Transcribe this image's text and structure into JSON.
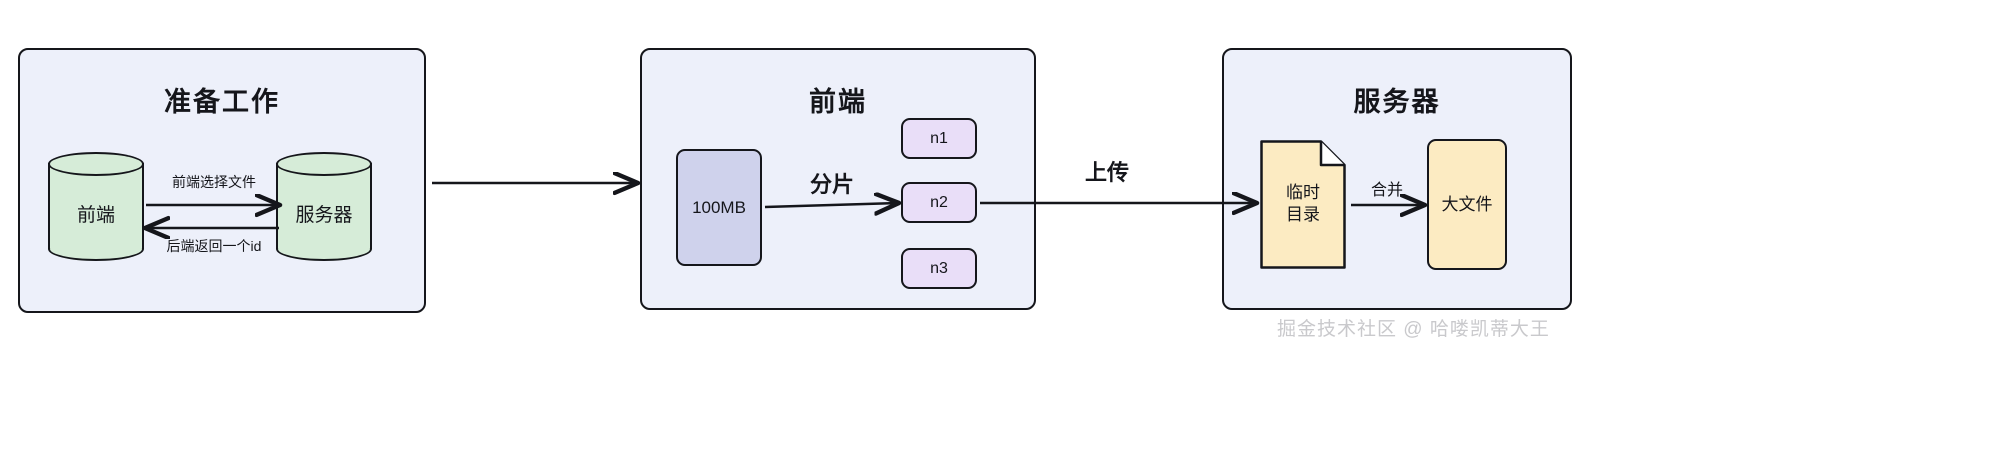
{
  "diagram": {
    "title_semantic": "large-file-chunked-upload-flow",
    "colors": {
      "panel_fill": "#edf0fa",
      "panel_stroke": "#15161b",
      "cylinder_fill": "#d6ecd8",
      "file_box_fill": "#cfd2ec",
      "chunk_chip_fill": "#e9def8",
      "document_fill": "#fcebc2",
      "text": "#15161b",
      "watermark": "#c9c9cc"
    }
  },
  "panels": [
    {
      "id": "prep",
      "title": "准备工作",
      "nodes": [
        {
          "id": "prep-frontend",
          "label": "前端",
          "shape": "cylinder"
        },
        {
          "id": "prep-server",
          "label": "服务器",
          "shape": "cylinder"
        }
      ],
      "arrows": [
        {
          "id": "select-file",
          "label": "前端选择文件",
          "direction": "right"
        },
        {
          "id": "return-id",
          "label": "后端返回一个id",
          "direction": "left"
        }
      ]
    },
    {
      "id": "frontend",
      "title": "前端",
      "nodes": [
        {
          "id": "source-file",
          "label": "100MB",
          "shape": "rounded-rect"
        },
        {
          "id": "chunk-n1",
          "label": "n1",
          "shape": "chip"
        },
        {
          "id": "chunk-n2",
          "label": "n2",
          "shape": "chip"
        },
        {
          "id": "chunk-n3",
          "label": "n3",
          "shape": "chip"
        }
      ],
      "arrows": [
        {
          "id": "split",
          "label": "分片",
          "direction": "right"
        }
      ]
    },
    {
      "id": "server",
      "title": "服务器",
      "nodes": [
        {
          "id": "temp-dir",
          "label": "临时\n目录",
          "shape": "document"
        },
        {
          "id": "big-file",
          "label": "大文件",
          "shape": "rounded-rect"
        }
      ],
      "arrows": [
        {
          "id": "merge",
          "label": "合并",
          "direction": "right"
        }
      ]
    }
  ],
  "connectors": [
    {
      "id": "prep-to-frontend",
      "label": "",
      "direction": "right"
    },
    {
      "id": "frontend-to-server",
      "label": "上传",
      "direction": "right"
    }
  ],
  "watermark": {
    "text": "掘金技术社区 @ 哈喽凯蒂大王"
  }
}
